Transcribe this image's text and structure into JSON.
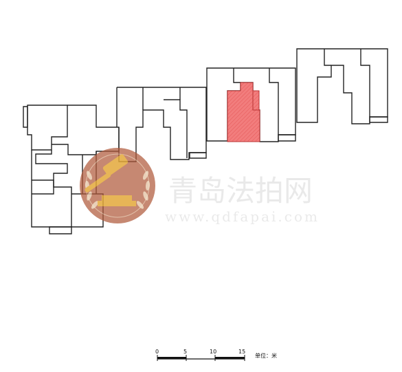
{
  "watermark": {
    "site_name": "青岛法拍网",
    "site_url": "www.qdfapai.com",
    "emblem_color": "#b05a3c",
    "gavel_color": "#e3a93a"
  },
  "highlight": {
    "color": "#f06a6a",
    "hatch": "crosshatch"
  },
  "scale_bar": {
    "ticks": [
      "0",
      "5",
      "10",
      "15"
    ],
    "unit_label": "单位：米"
  }
}
